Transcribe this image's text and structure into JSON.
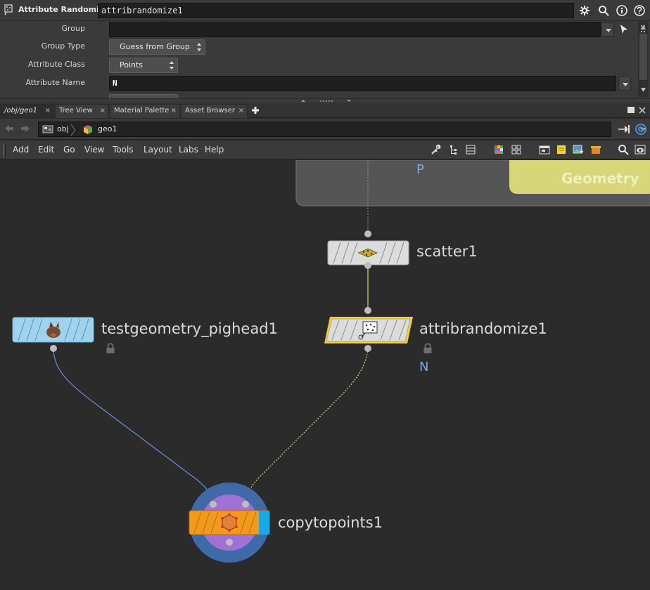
{
  "param_pane": {
    "node_type_label": "Attribute Randomize",
    "node_name": "attribrandomize1",
    "params": [
      {
        "label": "Group",
        "value": ""
      },
      {
        "label": "Group Type",
        "value": "Guess from Group"
      },
      {
        "label": "Attribute Class",
        "value": "Points"
      },
      {
        "label": "Attribute Name",
        "value": "N"
      }
    ]
  },
  "tabs": [
    {
      "label": "/obj/geo1",
      "active": true
    },
    {
      "label": "Tree View"
    },
    {
      "label": "Material Palette"
    },
    {
      "label": "Asset Browser"
    }
  ],
  "tab_close_glyph": "×",
  "path": {
    "crumbs": [
      "obj",
      "geo1"
    ]
  },
  "menu": [
    "Add",
    "Edit",
    "Go",
    "View",
    "Tools",
    "Layout",
    "Labs",
    "Help"
  ],
  "network": {
    "box_label": "Geometry",
    "nodes": {
      "scatter": {
        "name": "scatter1"
      },
      "attribrandomize": {
        "name": "attribrandomize1",
        "flag": "N"
      },
      "testgeometry": {
        "name": "testgeometry_pighead1"
      },
      "copytopoints": {
        "name": "copytopoints1"
      }
    },
    "upstream_flag": "P"
  },
  "colors": {
    "selected_outline": "#f5cf2a",
    "copytopoints": "#f39a1e",
    "testgeometry": "#9fd2ec",
    "network_box": "#d7d77a"
  }
}
